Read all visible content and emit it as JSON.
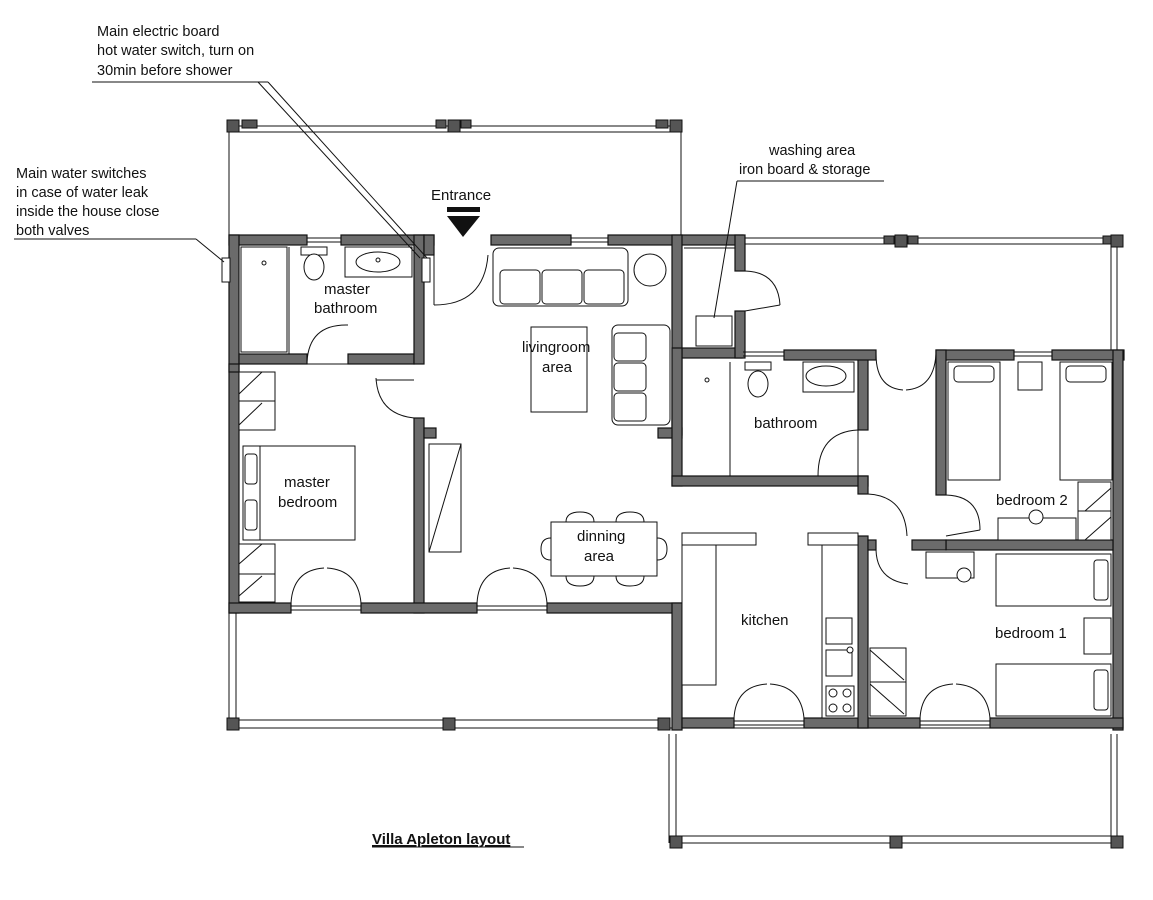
{
  "notes": {
    "electric": [
      "Main electric board",
      "hot water switch, turn on",
      "30min before shower"
    ],
    "water": [
      "Main water switches",
      "in case of water leak",
      "inside the house close",
      "both valves"
    ],
    "washing": [
      "washing area",
      "iron board & storage"
    ]
  },
  "entrance": "Entrance",
  "rooms": {
    "master_bathroom": [
      "master",
      "bathroom"
    ],
    "livingroom": [
      "livingroom",
      "area"
    ],
    "bathroom": "bathroom",
    "master_bedroom": [
      "master",
      "bedroom"
    ],
    "dinning": [
      "dinning",
      "area"
    ],
    "bedroom2": "bedroom 2",
    "kitchen": "kitchen",
    "bedroom1": "bedroom 1"
  },
  "title": "Villa Apleton layout"
}
